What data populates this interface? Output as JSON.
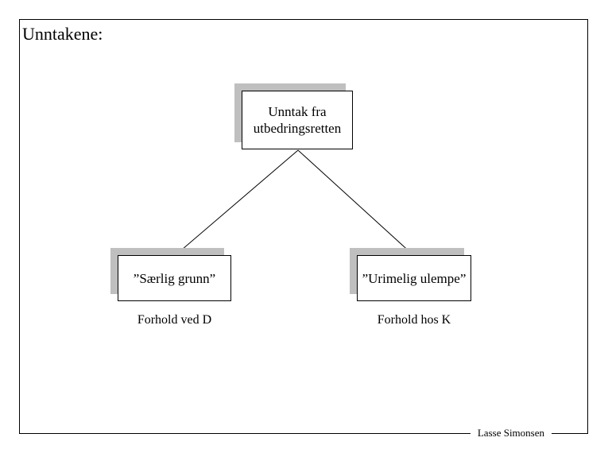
{
  "slide": {
    "title": "Unntakene:",
    "background_color": "#ffffff",
    "frame_color": "#000000",
    "shadow_color": "#bfbfbf"
  },
  "diagram": {
    "type": "tree",
    "root": {
      "label": "Unntak fra\nutbedringsretten"
    },
    "children": [
      {
        "label": "”Særlig grunn”",
        "caption": "Forhold ved D"
      },
      {
        "label": "”Urimelig ulempe”",
        "caption": "Forhold hos K"
      }
    ]
  },
  "footer": {
    "signature": "Lasse Simonsen"
  }
}
